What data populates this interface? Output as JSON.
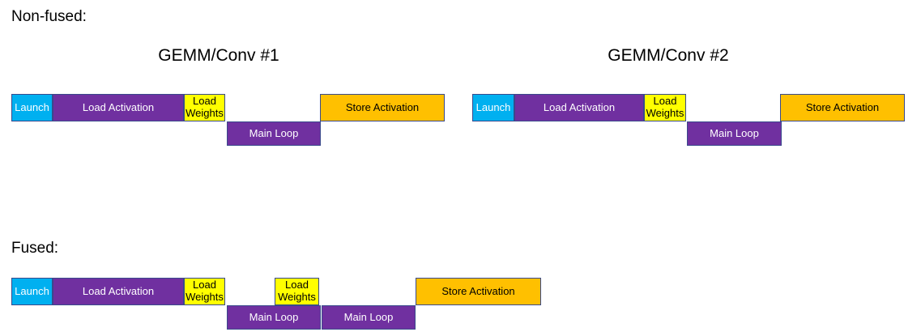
{
  "page": {
    "background": "#FFFFFF"
  },
  "colors": {
    "launch": "#00B0F0",
    "load_activation": "#7030A0",
    "load_weights": "#FFFF00",
    "main_loop": "#7030A0",
    "store_activation": "#FFC000",
    "outline": "#3A4A8C",
    "text_on_dark": "#FFFFFF",
    "text_on_light": "#000000"
  },
  "sections": {
    "non_fused": {
      "label": "Non-fused:",
      "groups": [
        {
          "title": "GEMM/Conv #1",
          "segments": [
            {
              "label": "Launch",
              "kind": "launch",
              "row": "top"
            },
            {
              "label": "Load Activation",
              "kind": "load_activation",
              "row": "top"
            },
            {
              "label": "Load Weights",
              "kind": "load_weights",
              "row": "top"
            },
            {
              "label": "Main Loop",
              "kind": "main_loop",
              "row": "bottom"
            },
            {
              "label": "Store Activation",
              "kind": "store_activation",
              "row": "top"
            }
          ]
        },
        {
          "title": "GEMM/Conv #2",
          "segments": [
            {
              "label": "Launch",
              "kind": "launch",
              "row": "top"
            },
            {
              "label": "Load Activation",
              "kind": "load_activation",
              "row": "top"
            },
            {
              "label": "Load Weights",
              "kind": "load_weights",
              "row": "top"
            },
            {
              "label": "Main Loop",
              "kind": "main_loop",
              "row": "bottom"
            },
            {
              "label": "Store Activation",
              "kind": "store_activation",
              "row": "top"
            }
          ]
        }
      ]
    },
    "fused": {
      "label": "Fused:",
      "segments": [
        {
          "label": "Launch",
          "kind": "launch",
          "row": "top"
        },
        {
          "label": "Load Activation",
          "kind": "load_activation",
          "row": "top"
        },
        {
          "label": "Load Weights",
          "kind": "load_weights",
          "row": "top"
        },
        {
          "label": "Main Loop",
          "kind": "main_loop",
          "row": "bottom"
        },
        {
          "label": "Load Weights",
          "kind": "load_weights",
          "row": "top"
        },
        {
          "label": "Main Loop",
          "kind": "main_loop",
          "row": "bottom"
        },
        {
          "label": "Store Activation",
          "kind": "store_activation",
          "row": "top"
        }
      ]
    }
  }
}
